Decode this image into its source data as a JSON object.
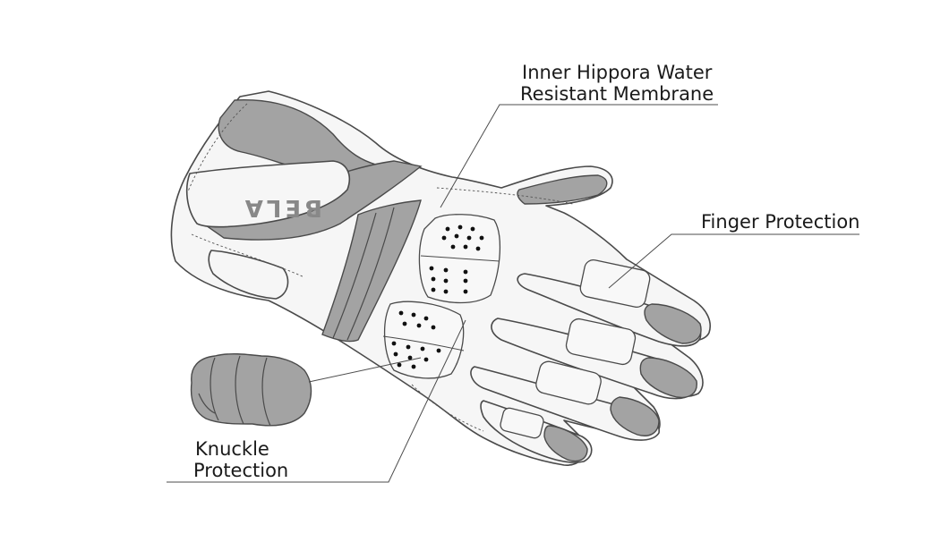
{
  "labels": {
    "membrane_line1": "Inner Hippora Water",
    "membrane_line2": "Resistant Membrane",
    "finger_protection": "Finger Protection",
    "knuckle_line1": "Knuckle",
    "knuckle_line2": "Protection"
  },
  "brand_logo_text": "BELA",
  "colors": {
    "shading": "#a3a3a3",
    "outline": "#4a4a4a",
    "background": "#ffffff"
  }
}
